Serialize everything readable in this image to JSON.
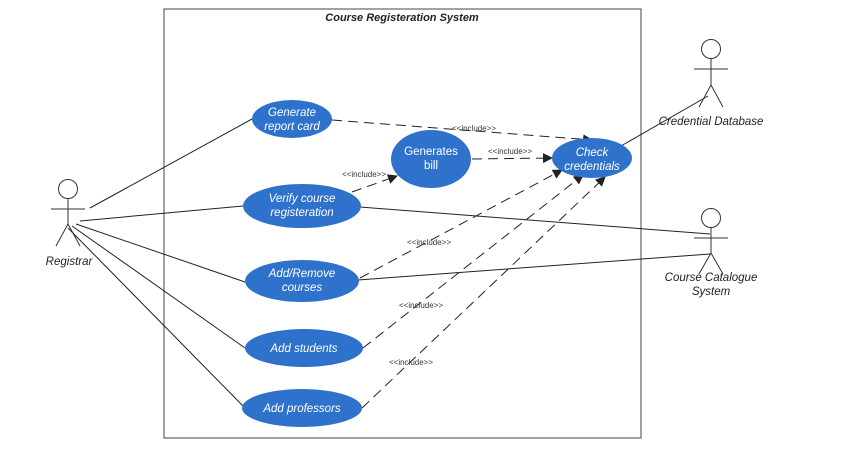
{
  "system": {
    "title": "Course Registeration System"
  },
  "actors": {
    "registrar": "Registrar",
    "credential_db": "Credential Database",
    "course_catalogue_1": "Course Catalogue",
    "course_catalogue_2": "System"
  },
  "use_cases": {
    "generate_report_card": [
      "Generate",
      "report card"
    ],
    "verify_course_registration": [
      "Verify course",
      "registeration"
    ],
    "add_remove_courses": [
      "Add/Remove",
      "courses"
    ],
    "add_students": [
      "Add students"
    ],
    "add_professors": [
      "Add professors"
    ],
    "generates_bill": [
      "Generates",
      "bill"
    ],
    "check_credentials": [
      "Check",
      "credentials"
    ]
  },
  "relations": {
    "include_report_to_check": "<<include>>",
    "include_verify_to_bill": "<<include>>",
    "include_bill_to_check": "<<include>>",
    "include_addremove_to_check": "<<include>>",
    "include_students_to_check": "<<include>>",
    "include_professors_to_check": "<<include>>"
  }
}
